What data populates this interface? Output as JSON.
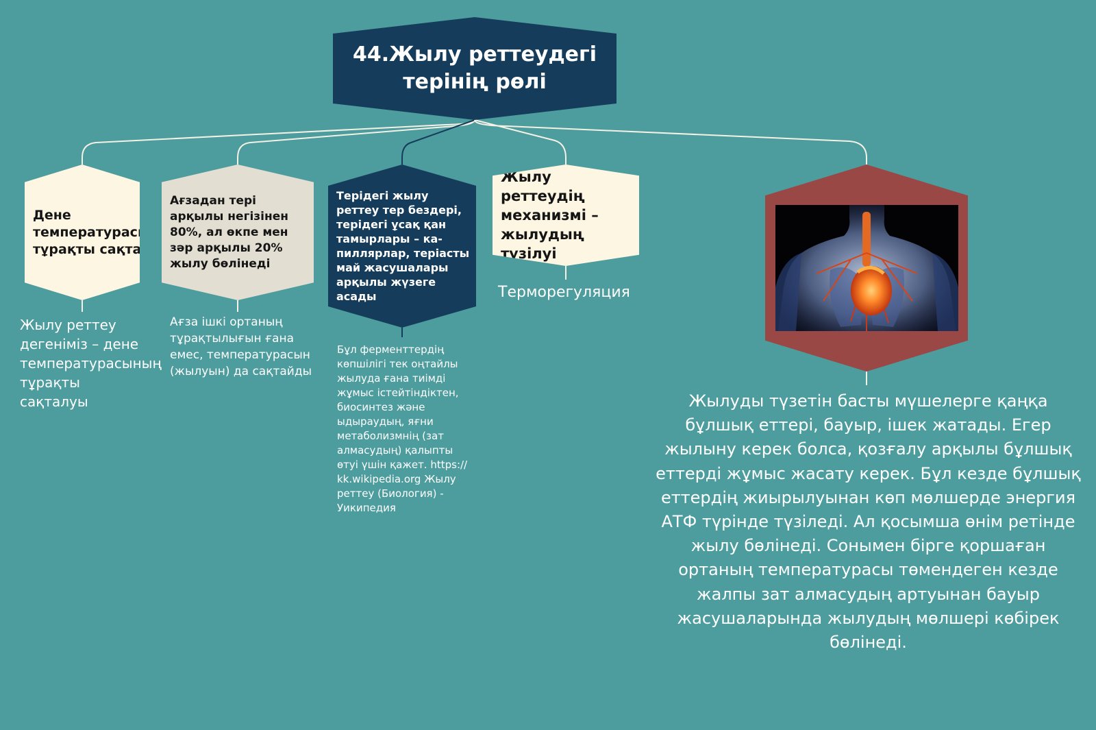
{
  "title": {
    "text": "44.Жылу реттеудегі терінің рөлі"
  },
  "nodes": [
    {
      "hex_text": "Дене температурасының тұрақты сақталуы",
      "caption": "Жылу реттеу дегеніміз – дене температурасының тұрақты сақталуы"
    },
    {
      "hex_text": "Ағзадан тері арқылы негізінен 80%, ал өкпе мен зәр арқылы 20% жылу бөлінеді",
      "caption": "Ағза ішкі ортаның тұрақтылығын ғана емес, температурасын (жылуын) да сақтайды"
    },
    {
      "hex_text": "Терідегі жылу реттеу тер бездері, терідегі ұсақ қан тамырлары – ка-пиллярлар, теріасты май жасушалары арқылы жүзеге асады",
      "caption": "Бұл ферменттердің көпшілігі тек оңтайлы жылуда ғана тиімді жұмыс істейтіндіктен, биосинтез және ыдыраудың, яғни метаболизмнің (зат алмасудың) қалыпты өтуі үшін қажет. https:// kk.wikipedia.org Жылу реттеу (Биология) - Уикипедия"
    },
    {
      "hex_text": "Жылу реттеудің механизмі – жылудың түзілуі",
      "caption": "Терморегуляция"
    },
    {
      "image": "human-torso-circulatory-system",
      "caption": "Жылуды түзетін басты мүшелерге қаңқа бұлшық еттері, бауыр, ішек жатады. Егер жылыну керек болса, қозғалу арқылы бұлшық еттерді жұмыс жасату керек. Бұл кезде бұлшық еттердің жиырылуынан көп мөлшерде энергия АТФ түрінде түзіледі. Ал қосымша өнім ретінде жылу бөлінеді. Сонымен бірге қоршаған ортаның температурасы төмендеген кезде жалпы зат алмасудың артуынан бауыр жасушаларында жылудың мөлшері көбірек бөлінеді."
    }
  ],
  "colors": {
    "background": "#4d9c9e",
    "title_fill": "#153d5b",
    "cream": "#fdf6e3",
    "beige": "#e2dfd2",
    "image_frame": "#9a4845",
    "connector_light": "#f4f1e6",
    "connector_dark": "#153d5b"
  }
}
